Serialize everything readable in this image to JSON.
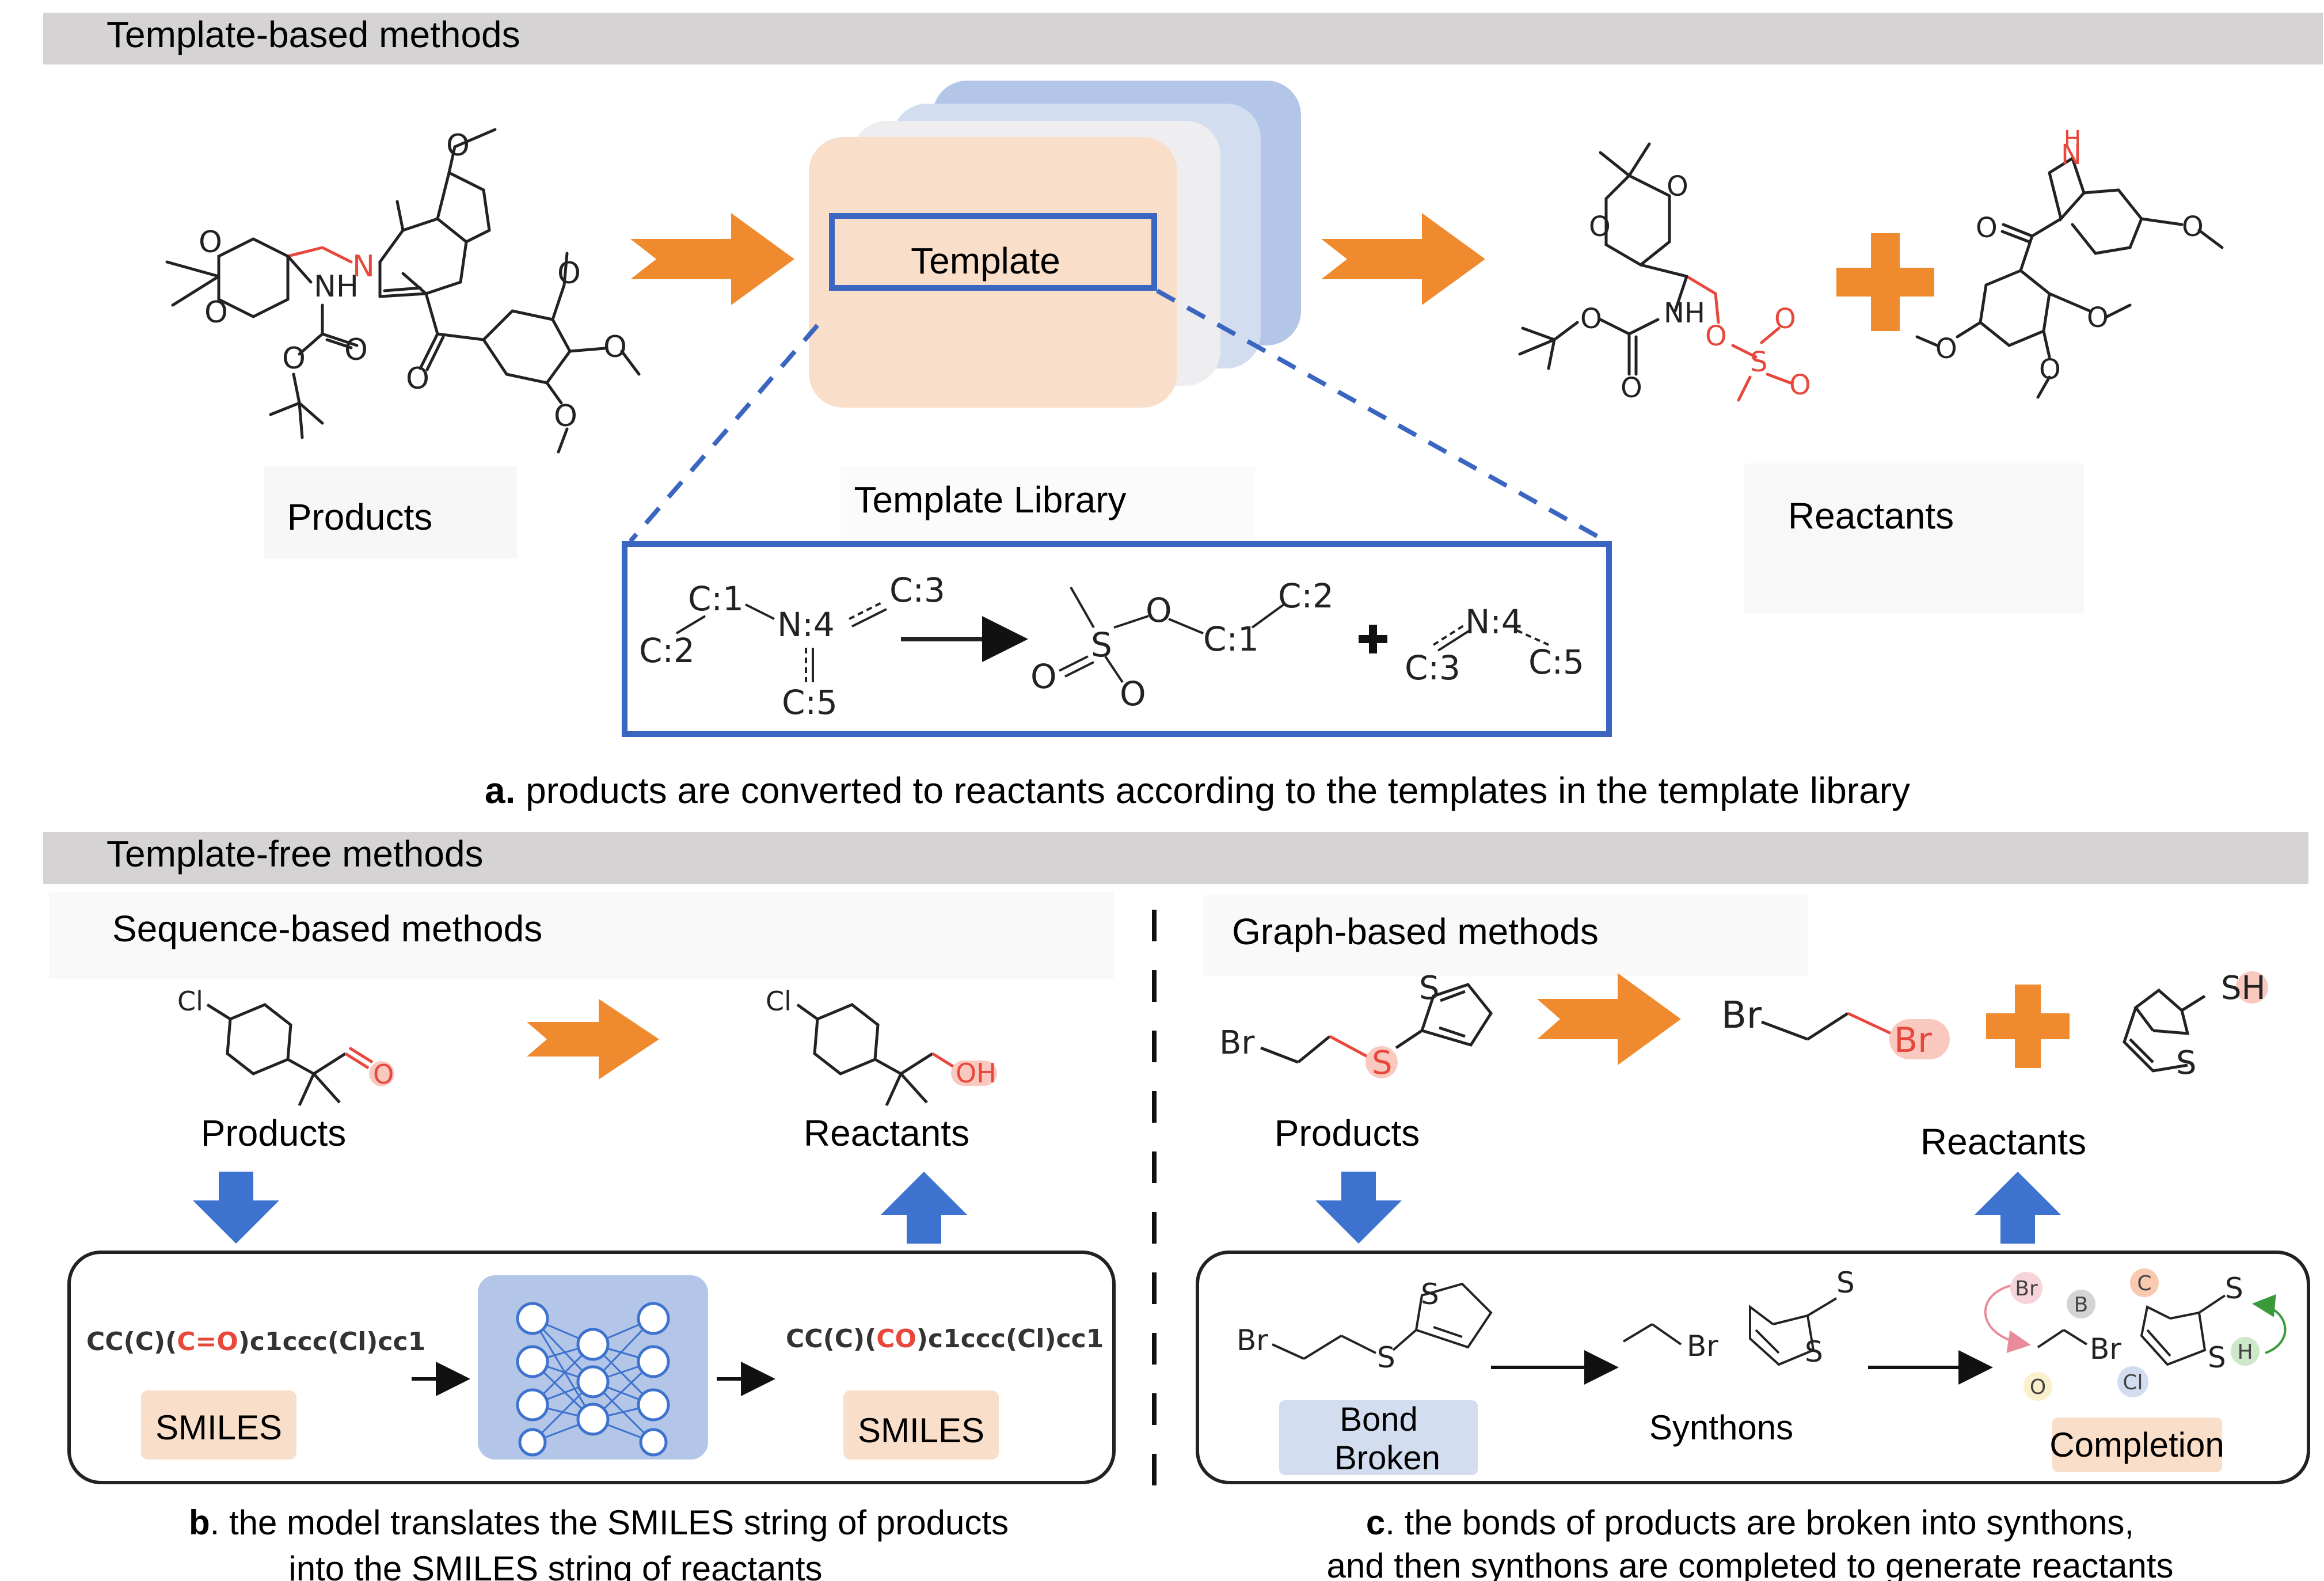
{
  "section_a": {
    "header": "Template-based methods",
    "template_label": "Template",
    "template_library_label": "Template Library",
    "products_label": "Products",
    "reactants_label": "Reactants",
    "template_rule": {
      "c1": "C:1",
      "c2": "C:2",
      "c3": "C:3",
      "n4": "N:4",
      "c5": "C:5",
      "o": "O",
      "s": "S",
      "o_down": "O",
      "o_left": "O",
      "r_c2": "C:2",
      "r_c1": "C:1",
      "r_n4": "N:4",
      "r_c3": "C:3",
      "r_c5": "C:5"
    },
    "caption_prefix": "a.",
    "caption": " products are converted to reactants according to the templates in the template library"
  },
  "section_free": {
    "header": "Template-free methods"
  },
  "section_b": {
    "title": "Sequence-based methods",
    "products_label": "Products",
    "reactants_label": "Reactants",
    "smiles_in_pre": "CC(C)(",
    "smiles_in_hl": "C=O",
    "smiles_in_post": ")c1ccc(Cl)cc1",
    "smiles_out_pre": "CC(C)(",
    "smiles_out_hl": "CO",
    "smiles_out_post": ")c1ccc(Cl)cc1",
    "smiles_tag_left": "SMILES",
    "smiles_tag_right": "SMILES",
    "atom_cl": "Cl",
    "atom_o": "O",
    "atom_oh": "OH",
    "atom_cl2": "Cl",
    "caption_prefix": "b",
    "caption_line1": ". the model translates the SMILES string of products",
    "caption_line2": "into the SMILES string of reactants"
  },
  "section_c": {
    "title": "Graph-based methods",
    "products_label": "Products",
    "reactants_label": "Reactants",
    "bond_broken_line1": "Bond",
    "bond_broken_line2": "Broken",
    "synthons_label": "Synthons",
    "completion_label": "Completion",
    "atoms": {
      "br_prod": "Br",
      "s_prod": "S",
      "s_ring_prod": "S",
      "br_react": "Br",
      "br_react_hl": "Br",
      "sh_react": "SH",
      "s_ring_react": "S",
      "br_box": "Br",
      "s_box": "S",
      "s_ring_box": "S",
      "br_syn": "Br",
      "s_syn": "S",
      "s_ring_syn": "S",
      "comp_br_top": "Br",
      "comp_b": "B",
      "comp_br": "Br",
      "comp_o": "O",
      "comp_cl": "Cl",
      "comp_c": "C",
      "comp_s": "S",
      "comp_s_ring": "S",
      "comp_h": "H"
    },
    "caption_prefix": "c",
    "caption_line1": ". the bonds of products are broken into synthons,",
    "caption_line2": "and then synthons are completed to generate reactants"
  },
  "colors": {
    "arrow_orange": "#F08A2E",
    "arrow_blue": "#3D72CE",
    "highlight_red": "#E8473B",
    "template_box_blue": "#3A65C0",
    "header_gray": "#D6D3D4"
  }
}
